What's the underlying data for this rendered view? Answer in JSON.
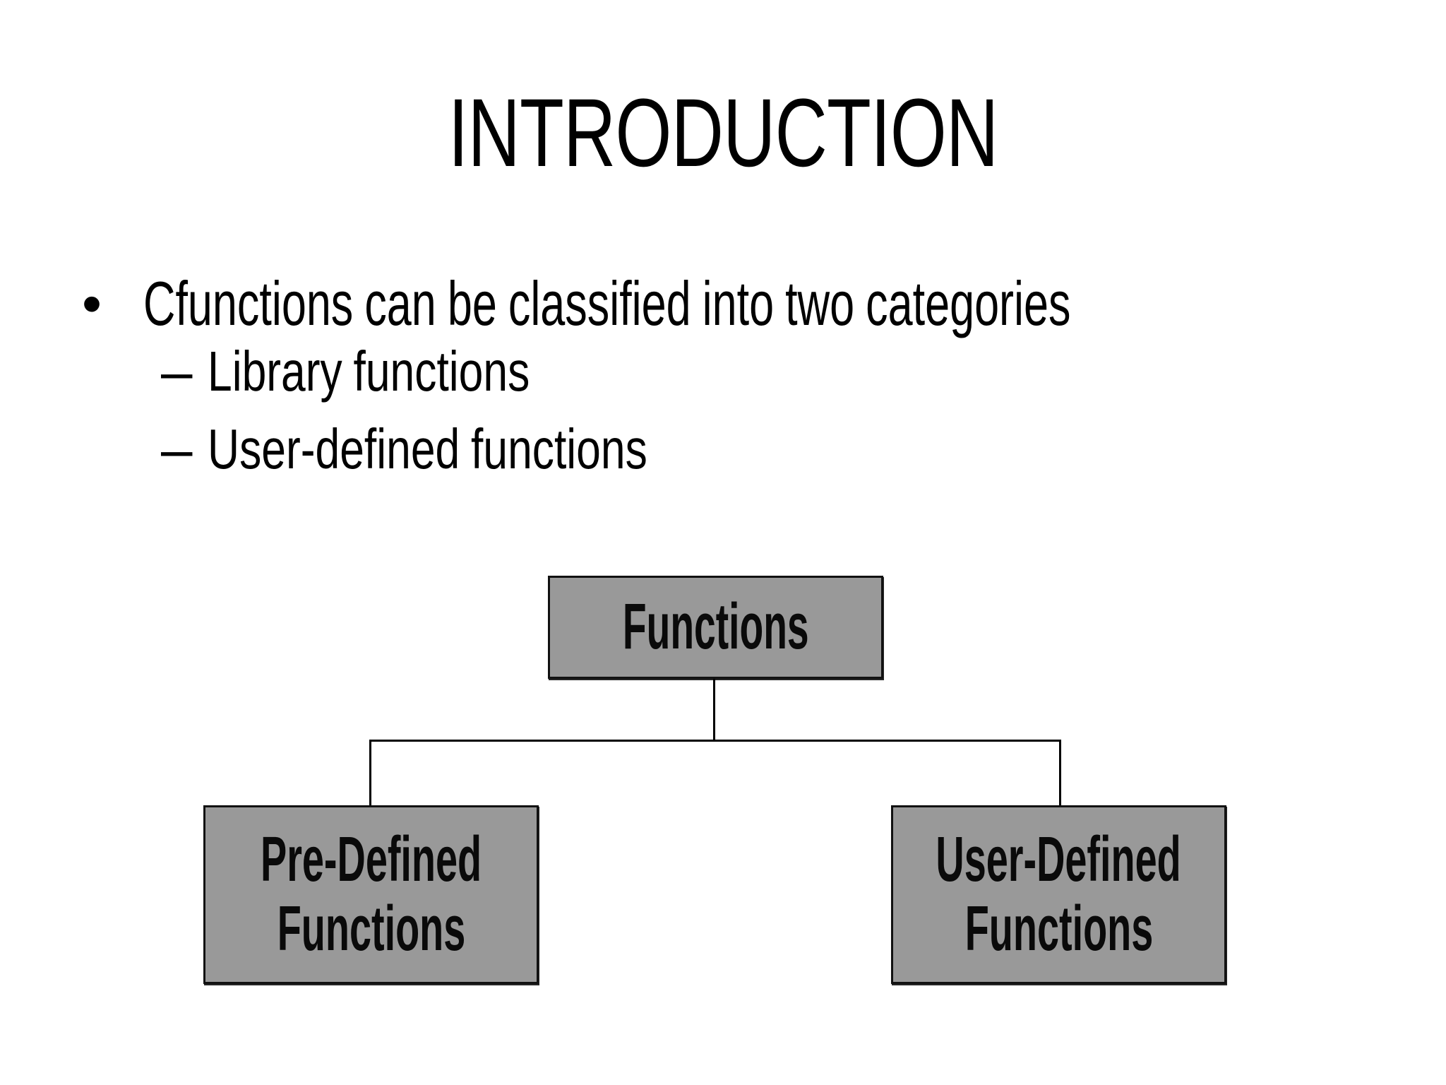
{
  "slide": {
    "title": "INTRODUCTION",
    "bullet": {
      "marker": "•",
      "text": "Cfunctions can be classified into two categories",
      "subs": [
        {
          "marker": "–",
          "text": "Library functions"
        },
        {
          "marker": "–",
          "text": "User-defined functions"
        }
      ]
    },
    "diagram": {
      "root_label": "Functions",
      "left_child": {
        "line1": "Pre-Defined",
        "line2": "Functions"
      },
      "right_child": {
        "line1": "User-Defined",
        "line2": "Functions"
      },
      "colors": {
        "box_fill": "#999999",
        "box_border": "#111111",
        "connector": "#000000",
        "background": "#ffffff",
        "text": "#000000"
      }
    }
  }
}
